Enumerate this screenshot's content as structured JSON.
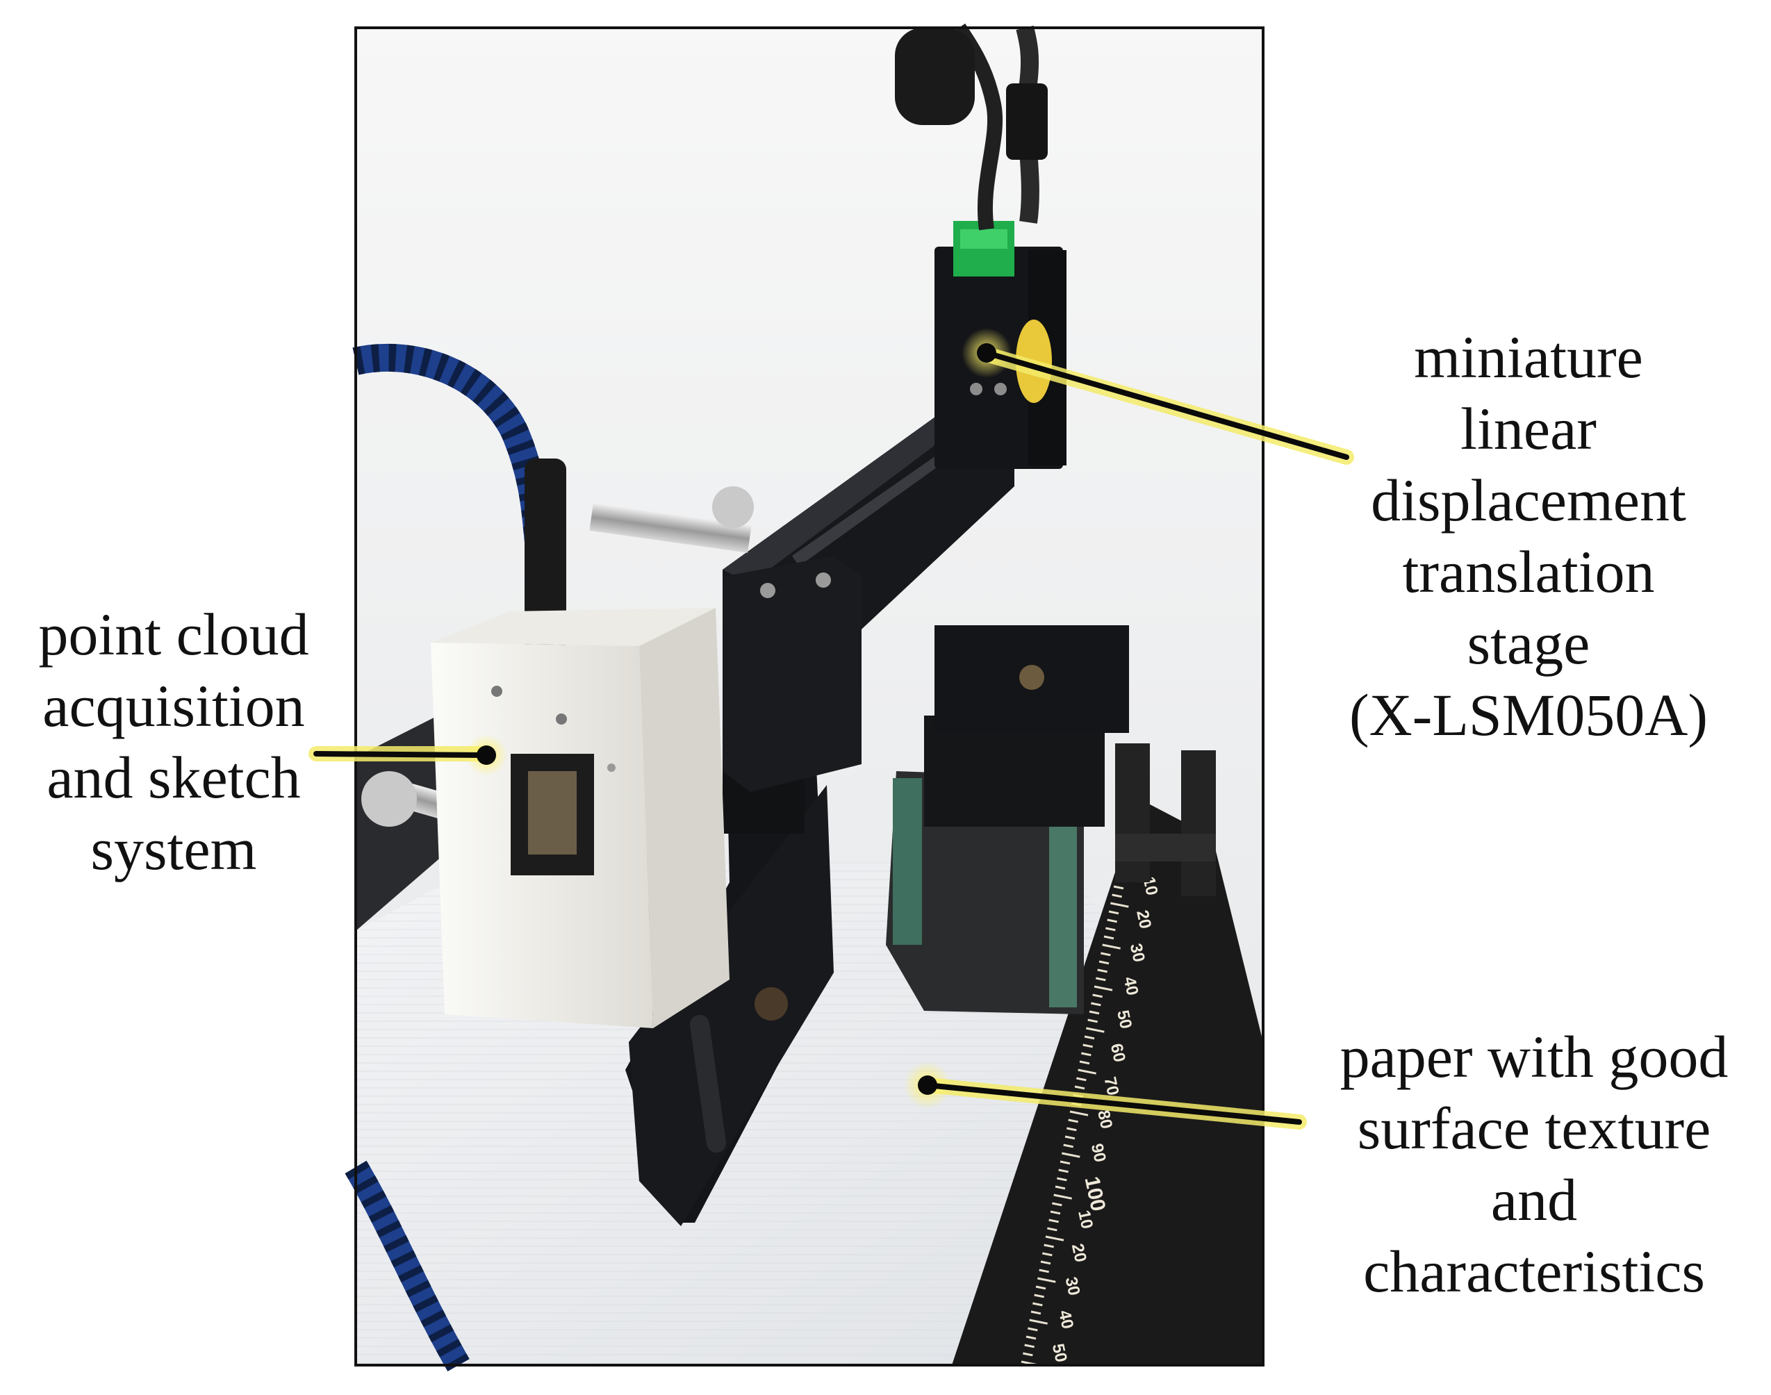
{
  "labels": {
    "point_cloud": {
      "lines": [
        "point cloud",
        "acquisition",
        "and sketch",
        "system"
      ]
    },
    "stage": {
      "lines": [
        "miniature",
        "linear",
        "displacement",
        "translation",
        "stage",
        "(X-LSM050A)"
      ]
    },
    "paper": {
      "lines": [
        "paper with good",
        "surface texture",
        "and",
        "characteristics"
      ]
    }
  },
  "ruler": {
    "numbers": [
      "10",
      "20",
      "30",
      "40",
      "50",
      "60",
      "70",
      "80",
      "90",
      "100",
      "10",
      "20",
      "30",
      "40",
      "50"
    ]
  },
  "colors": {
    "frame": "#111111",
    "callout_glow": "#f4ec6a",
    "callout_line": "#0a0a0a",
    "paper": "#eef0f2",
    "metal_black": "#141518",
    "housing_white": "#f2f1ec",
    "cable_blue": "#1d3f8c",
    "connector_green": "#1fae4b",
    "magnet_green": "#3f6f5e",
    "knob_silver": "#c9c9c9"
  }
}
